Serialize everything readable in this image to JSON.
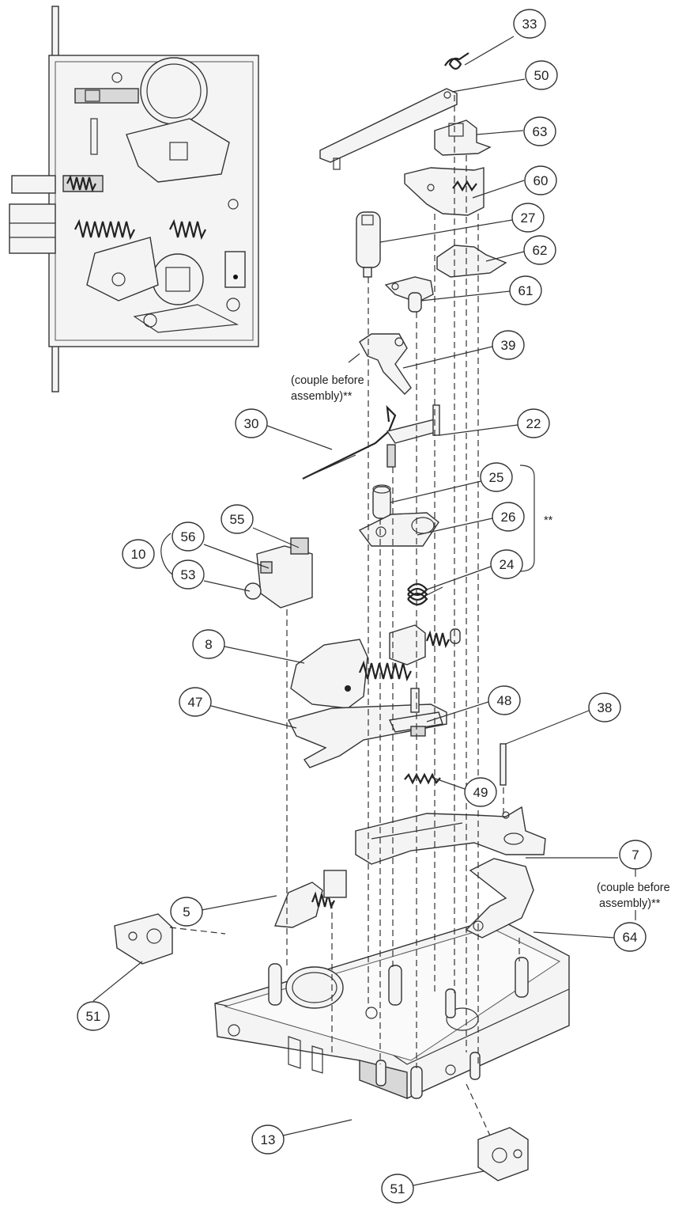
{
  "callouts": [
    {
      "id": "c33",
      "label": "33"
    },
    {
      "id": "c50",
      "label": "50"
    },
    {
      "id": "c63",
      "label": "63"
    },
    {
      "id": "c60",
      "label": "60"
    },
    {
      "id": "c27",
      "label": "27"
    },
    {
      "id": "c62",
      "label": "62"
    },
    {
      "id": "c61",
      "label": "61"
    },
    {
      "id": "c39",
      "label": "39"
    },
    {
      "id": "c30",
      "label": "30"
    },
    {
      "id": "c22",
      "label": "22"
    },
    {
      "id": "c25",
      "label": "25"
    },
    {
      "id": "c26",
      "label": "26"
    },
    {
      "id": "c24",
      "label": "24"
    },
    {
      "id": "c55",
      "label": "55"
    },
    {
      "id": "c10",
      "label": "10"
    },
    {
      "id": "c56",
      "label": "56"
    },
    {
      "id": "c53",
      "label": "53"
    },
    {
      "id": "c8",
      "label": "8"
    },
    {
      "id": "c47",
      "label": "47"
    },
    {
      "id": "c48",
      "label": "48"
    },
    {
      "id": "c38",
      "label": "38"
    },
    {
      "id": "c49",
      "label": "49"
    },
    {
      "id": "c7",
      "label": "7"
    },
    {
      "id": "c5",
      "label": "5"
    },
    {
      "id": "c64",
      "label": "64"
    },
    {
      "id": "c51a",
      "label": "51"
    },
    {
      "id": "c13",
      "label": "13"
    },
    {
      "id": "c51b",
      "label": "51"
    }
  ],
  "notes": {
    "couple_left_line1": "(couple before",
    "couple_left_line2": "assembly)**",
    "couple_right_line1": "(couple before",
    "couple_right_line2": "assembly)**",
    "group_marker": "**"
  }
}
